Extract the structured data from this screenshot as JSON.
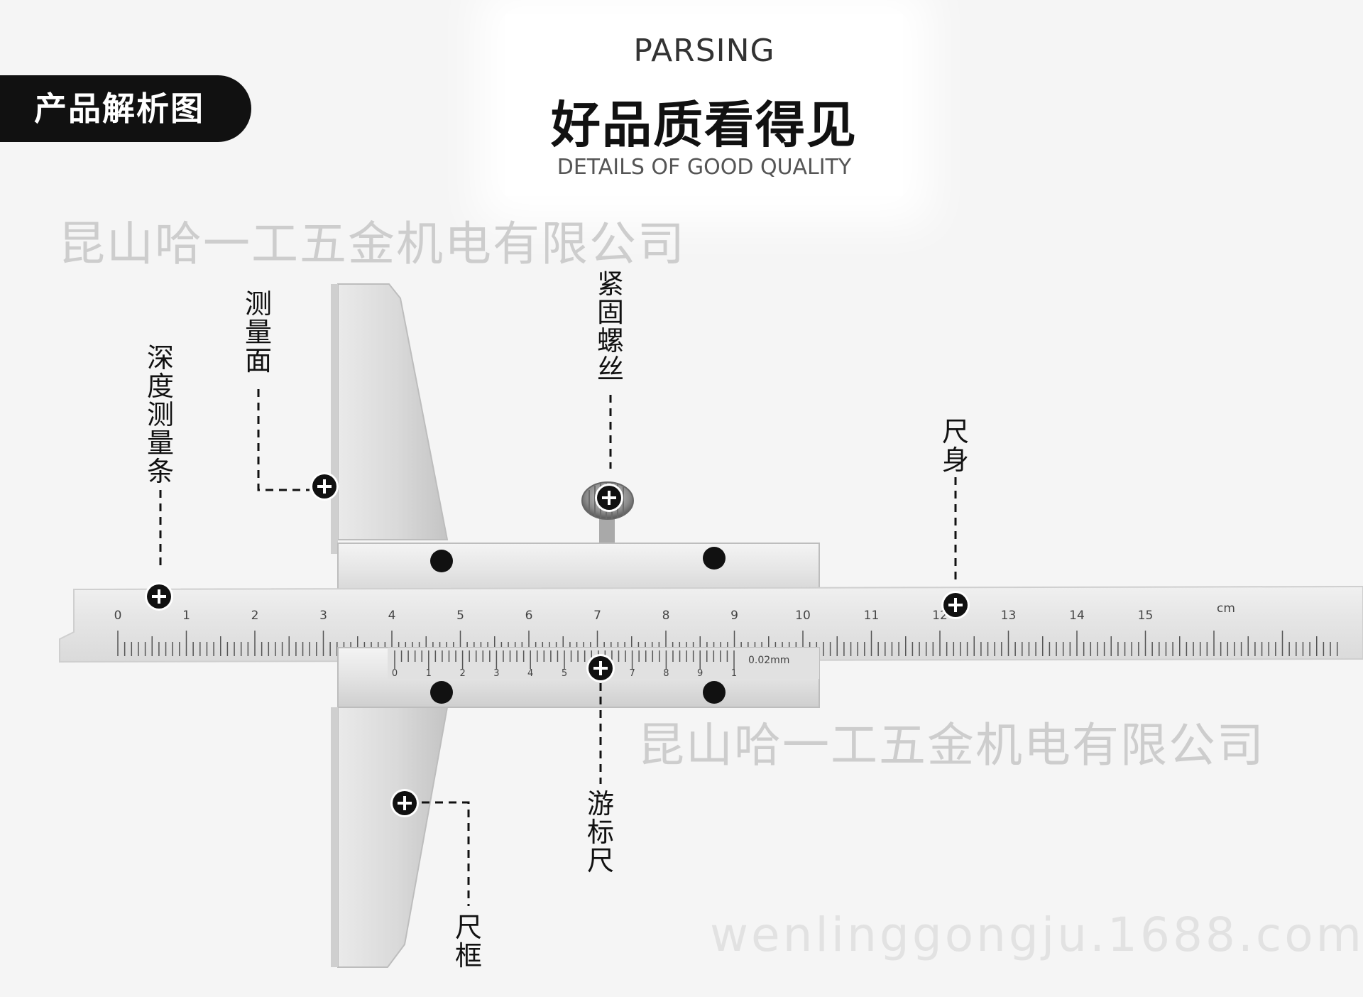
{
  "header": {
    "tag": "产品解析图",
    "title_en": "PARSING",
    "title_cn": "好品质看得见",
    "subtitle": "DETAILS OF GOOD QUALITY"
  },
  "watermarks": {
    "company_1": "昆山哈一工五金机电有限公司",
    "company_2": "昆山哈一工五金机电有限公司",
    "url": "wenlinggongju.1688.com"
  },
  "labels": {
    "depth_bar": "深度测量条",
    "measuring_face": "测量面",
    "lock_screw": "紧固螺丝",
    "main_scale": "尺身",
    "vernier": "游标尺",
    "frame": "尺框"
  },
  "scale": {
    "main_numbers": [
      "0",
      "1",
      "2",
      "3",
      "4",
      "5",
      "6",
      "7",
      "8",
      "9",
      "10",
      "11",
      "12",
      "13",
      "14",
      "15"
    ],
    "unit": "cm",
    "vernier_numbers": [
      "0",
      "1",
      "2",
      "3",
      "4",
      "5",
      "6",
      "7",
      "8",
      "9",
      "1"
    ],
    "precision": "0.02mm"
  },
  "colors": {
    "background": "#f5f5f5",
    "marker": "#111111",
    "steel_light": "#e9e9e9",
    "steel_dark": "#bdbdbd"
  }
}
